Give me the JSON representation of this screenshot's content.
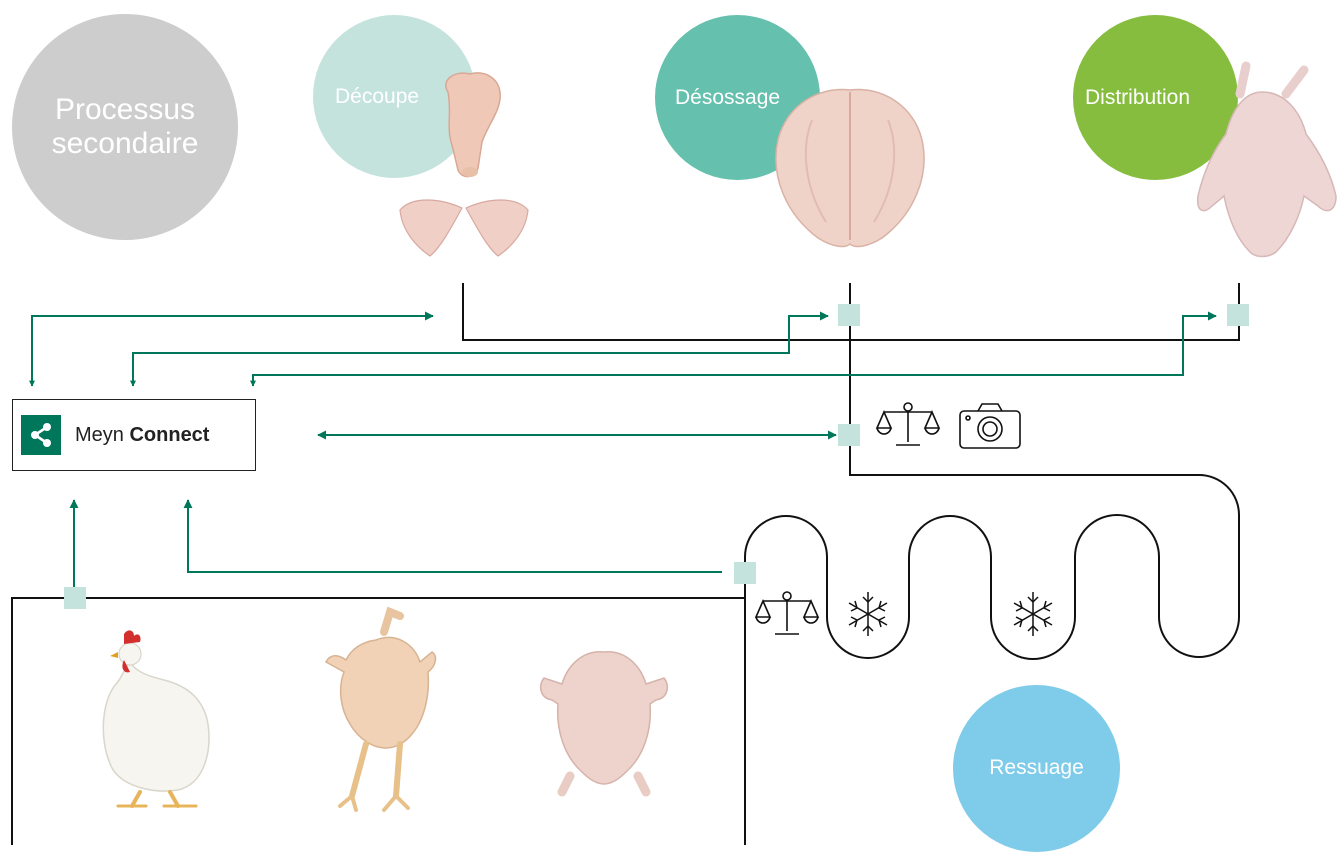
{
  "process_circle": {
    "label": "Processus\nsecondaire",
    "color": "#cdcdcd"
  },
  "stages": {
    "decoupe": {
      "label": "Découpe",
      "color": "#c4e3dd"
    },
    "desossage": {
      "label": "Désossage",
      "color": "#65c0ad"
    },
    "distribution": {
      "label": "Distribution",
      "color": "#86bd3f"
    },
    "ressuage": {
      "label": "Ressuage",
      "color": "#7fcbea"
    }
  },
  "connect": {
    "brand": "Meyn",
    "product": "Connect",
    "accent": "#00775a",
    "icon": "share-icon"
  },
  "icons": [
    "scale-icon",
    "camera-icon",
    "snowflake-icon"
  ],
  "images": [
    "drumstick-image",
    "chicken-wings-image",
    "butterfly-breast-image",
    "whole-carcass-image",
    "live-chicken-image",
    "plucked-chicken-image",
    "eviscerated-carcass-image"
  ],
  "colors": {
    "flow_arrow": "#00775a",
    "sensor_node": "#c4e3dd",
    "line": "#111111"
  }
}
